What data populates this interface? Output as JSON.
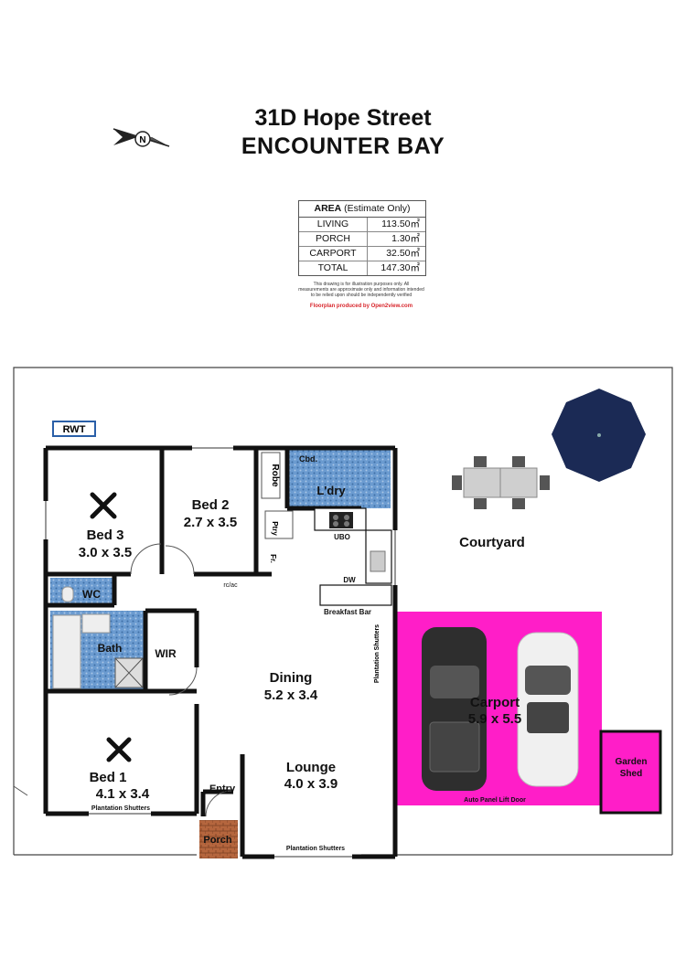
{
  "title": {
    "address": "31D Hope Street",
    "suburb": "ENCOUNTER  BAY"
  },
  "area_table": {
    "header_bold": "AREA",
    "header_rest": " (Estimate Only)",
    "rows": [
      {
        "label": "LIVING",
        "value": "113.50㎡"
      },
      {
        "label": "PORCH",
        "value": "1.30㎡"
      },
      {
        "label": "CARPORT",
        "value": "32.50㎡"
      },
      {
        "label": "TOTAL",
        "value": "147.30㎡"
      }
    ],
    "disclaimer": "This drawing is for illustration purposes only. All measurements are approximate only and information intended to be relied upon should be independently verified",
    "credit": "Floorplan produced by Open2view.com"
  },
  "compass": {
    "icon": "north-arrow-icon",
    "letter": "N"
  },
  "rooms": {
    "bed3_name": "Bed 3",
    "bed3_size": "3.0 x 3.5",
    "bed2_name": "Bed 2",
    "bed2_size": "2.7 x 3.5",
    "bed1_name": "Bed 1",
    "bed1_size": "4.1 x 3.4",
    "dining_name": "Dining",
    "dining_size": "5.2 x 3.4",
    "lounge_name": "Lounge",
    "lounge_size": "4.0 x 3.9",
    "carport_name": "Carport",
    "carport_size": "5.9 x 5.5",
    "courtyard": "Courtyard",
    "laundry": "L'dry",
    "bath": "Bath",
    "wc": "WC",
    "wir": "WIR",
    "entry": "Entry",
    "porch": "Porch",
    "robe": "Robe",
    "pantry": "Ptry",
    "fridge": "Fr.",
    "cupboard": "Cbd.",
    "ubo": "UBO",
    "dw": "DW",
    "breakfast_bar": "Breakfast Bar",
    "rcac": "rc/ac",
    "rwt": "RWT",
    "garden_shed_line1": "Garden",
    "garden_shed_line2": "Shed",
    "shutters_bed1": "Plantation Shutters",
    "shutters_lounge": "Plantation Shutters",
    "shutters_dining": "Plantation Shutters",
    "carport_door": "Auto Panel Lift Door"
  },
  "colors": {
    "carport": "#ff1ec8",
    "wall": "#111111",
    "tile": "#5d8fc4",
    "umbrella": "#1b2a55",
    "porch_brick": "#b5663e"
  }
}
